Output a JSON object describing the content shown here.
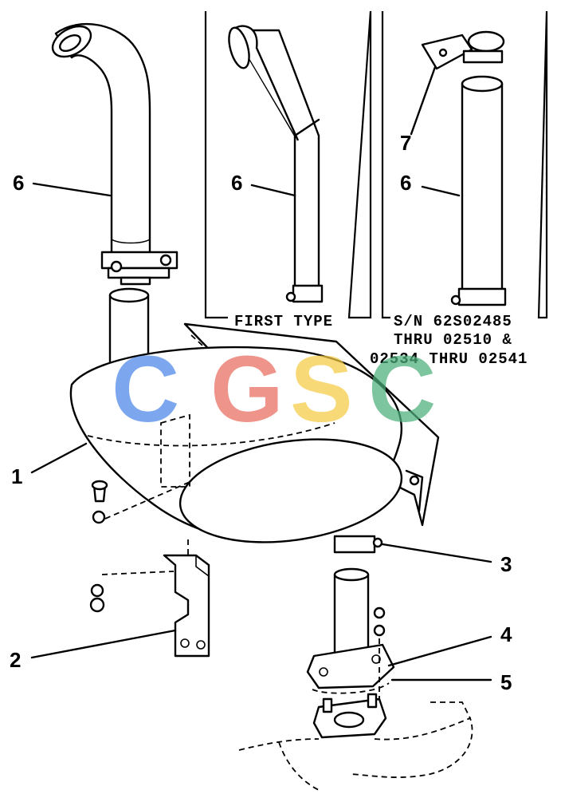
{
  "callouts": {
    "c1": "1",
    "c2": "2",
    "c3": "3",
    "c4": "4",
    "c5": "5",
    "c6a": "6",
    "c6b": "6",
    "c6c": "6",
    "c7": "7"
  },
  "insets": {
    "first_type": "FIRST TYPE",
    "serial_line1": "S/N  62S02485",
    "serial_line2": "THRU  02510  &",
    "serial_line3": "02534  THRU  02541"
  },
  "watermark": {
    "letters": [
      "C",
      "G",
      "S",
      "C"
    ],
    "colors": [
      "#4A86E8",
      "#EA6B5E",
      "#F6CB44",
      "#4CB07A"
    ]
  }
}
